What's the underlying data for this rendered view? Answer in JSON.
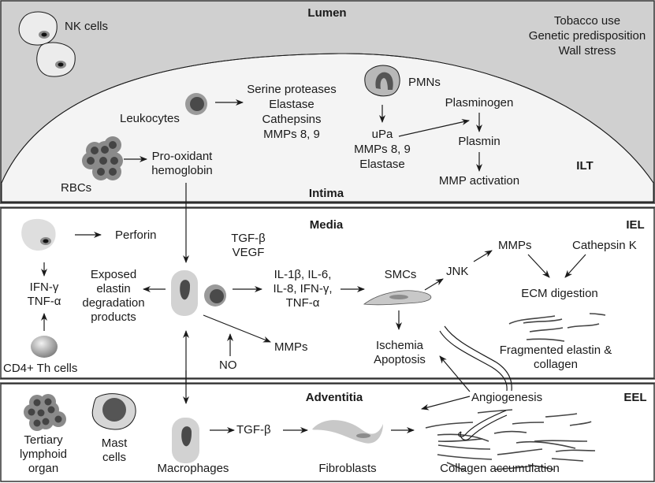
{
  "panels": {
    "lumen": {
      "title": "Lumen",
      "risk_factors": [
        "Tobacco use",
        "Genetic predisposition",
        "Wall stress"
      ],
      "nk_cells": "NK cells",
      "leukocytes": "Leukocytes",
      "leukocyte_products": [
        "Serine proteases",
        "Elastase",
        "Cathepsins",
        "MMPs 8, 9"
      ],
      "pmns": "PMNs",
      "pmn_products": [
        "uPa",
        "MMPs 8, 9",
        "Elastase"
      ],
      "plasminogen": "Plasminogen",
      "plasmin": "Plasmin",
      "mmp_activation": "MMP activation",
      "rbcs": "RBCs",
      "rbc_product": [
        "Pro-oxidant",
        "hemoglobin"
      ],
      "intima": "Intima",
      "ilt": "ILT"
    },
    "media": {
      "title": "Media",
      "iel": "IEL",
      "perforin": "Perforin",
      "ifn_tnf": [
        "IFN-γ",
        "TNF-α"
      ],
      "cd4": "CD4+ Th cells",
      "tgf_vegf": [
        "TGF-β",
        "VEGF"
      ],
      "exposed_elastin": [
        "Exposed",
        "elastin",
        "degradation",
        "products"
      ],
      "cytokines": [
        "IL-1β, IL-6,",
        "IL-8, IFN-γ,",
        "TNF-α"
      ],
      "mmps_lower": "MMPs",
      "no": "NO",
      "smcs": "SMCs",
      "jnk": "JNK",
      "mmps_upper": "MMPs",
      "cathepsin_k": "Cathepsin K",
      "ecm_digestion": "ECM digestion",
      "ischemia": [
        "Ischemia",
        "Apoptosis"
      ],
      "fragmented": [
        "Fragmented elastin &",
        "collagen"
      ]
    },
    "adventitia": {
      "title": "Adventitia",
      "eel": "EEL",
      "tertiary": [
        "Tertiary",
        "lymphoid",
        "organ"
      ],
      "mast_cells": [
        "Mast",
        "cells"
      ],
      "macrophages": "Macrophages",
      "tgf": "TGF-β",
      "fibroblasts": "Fibroblasts",
      "angiogenesis": "Angiogenesis",
      "collagen": "Collagen accumulation"
    }
  },
  "colors": {
    "lumen_bg": "#d0d0d0",
    "intima_bg": "#f4f4f4",
    "cell_light": "#d6d6d6",
    "cell_mid": "#8c8c8c",
    "cell_dark": "#505050",
    "line": "#1a1a1a"
  }
}
